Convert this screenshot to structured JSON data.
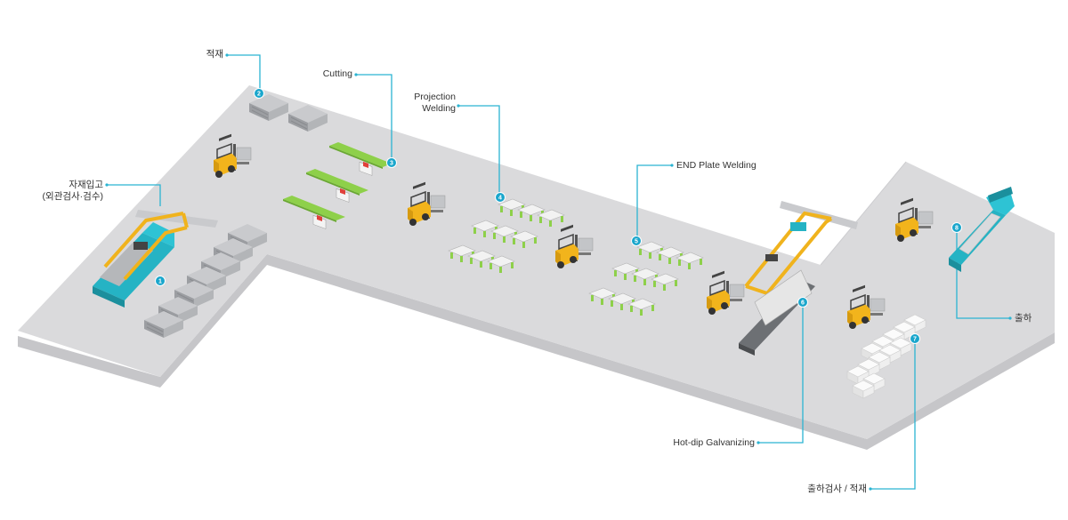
{
  "colors": {
    "floor": "#d9d9db",
    "floor_shadow": "#c6c6c9",
    "leader_line": "#2bb4d2",
    "marker": "#1aa6cc",
    "marker_text": "#ffffff",
    "forklift": "#f2b41c",
    "gantry": "#f0b31d",
    "truck": "#25b3c4",
    "green_rail": "#8ed04a",
    "steel": "#b9bcc0",
    "label_text": "#333333"
  },
  "steps": [
    {
      "id": "incoming",
      "marker": "1",
      "label_lines": [
        "자재입고",
        "(외관검사·검수)"
      ]
    },
    {
      "id": "stacking-1",
      "marker": "2",
      "label_lines": [
        "적재"
      ]
    },
    {
      "id": "cutting",
      "marker": "3",
      "label_lines": [
        "Cutting"
      ]
    },
    {
      "id": "projection-welding",
      "marker": "4",
      "label_lines": [
        "Projection",
        "Welding"
      ]
    },
    {
      "id": "end-plate-welding",
      "marker": "5",
      "label_lines": [
        "END Plate Welding"
      ]
    },
    {
      "id": "hot-dip-galvanizing",
      "marker": "6",
      "label_lines": [
        "Hot-dip  Galvanizing"
      ]
    },
    {
      "id": "shipping-inspection",
      "marker": "7",
      "label_lines": [
        "출하검사 / 적재"
      ]
    },
    {
      "id": "shipping",
      "marker": "8",
      "label_lines": [
        "출하"
      ]
    }
  ]
}
